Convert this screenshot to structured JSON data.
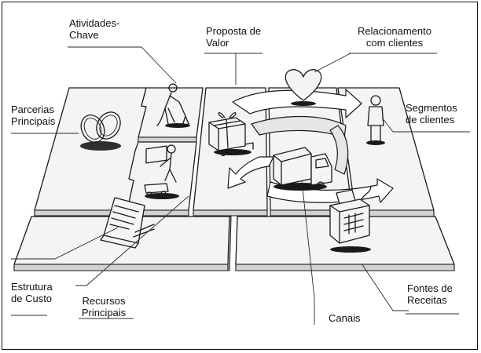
{
  "labels": {
    "atividades_chave": "Atividades-\nChave",
    "proposta_valor": "Proposta de\nValor",
    "relacionamento": "Relacionamento\ncom clientes",
    "parcerias": "Parcerias\nPrincipais",
    "segmentos": "Segmentos\nde clientes",
    "estrutura_custo": "Estrutura\nde Custo",
    "recursos": "Recursos\nPrincipais",
    "canais": "Canais",
    "fontes_receitas": "Fontes de\nReceitas"
  },
  "colors": {
    "ink": "#1a1a1a",
    "block_fill": "#f4f4f4",
    "block_side": "#d4d4d4",
    "shadow": "#8a8a8a"
  },
  "icons": [
    "rings-icon",
    "worker-icon",
    "cart-icon",
    "gift-box-icon",
    "heart-icon",
    "truck-icon",
    "person-icon",
    "cash-register-icon",
    "document-icon"
  ]
}
